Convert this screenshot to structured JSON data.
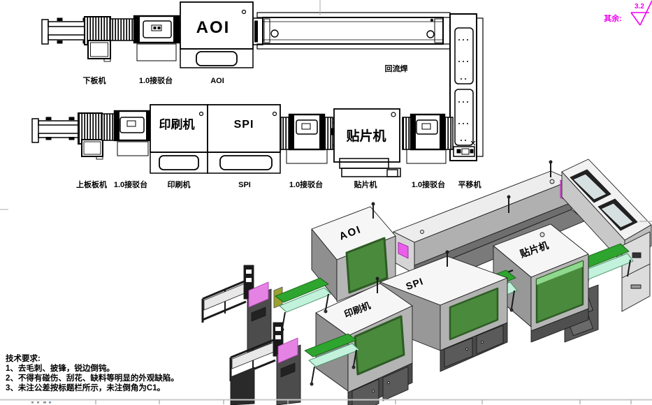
{
  "surface_finish": {
    "others_label": "其余:",
    "roughness_value": "3.2"
  },
  "drawing_2d": {
    "top_row": {
      "unloader_label": "下板机",
      "conveyor1_label": "1.0接驳台",
      "aoi_machine_text": "AOI",
      "aoi_label": "AOI",
      "reflow_label": "回流焊"
    },
    "middle_row": {
      "loader_label": "上板板机",
      "conveyor2_label": "1.0接驳台",
      "printer_machine_text": "印刷机",
      "printer_label": "印刷机",
      "spi_machine_text": "SPI",
      "spi_label": "SPI",
      "conveyor3_label": "1.0接驳台",
      "mounter_machine_text": "贴片机",
      "mounter_label": "贴片机",
      "conveyor4_label": "1.0接驳台",
      "shuttle_label": "平移机"
    }
  },
  "view_3d": {
    "aoi_label": "AOI",
    "printer_label": "印刷机",
    "spi_label": "SPI",
    "mounter_label": "贴片机"
  },
  "tech_requirements": {
    "title": "技术要求:",
    "items": [
      "1、去毛刺、披锋，锐边倒钝。",
      "2、不得有碰伤、刮花、缺料等明显的外观缺陷。",
      "3、未注公差按标题栏所示，未注倒角为C1。"
    ]
  },
  "colors": {
    "annotation_magenta": "#f000f0",
    "machine_window_green": "#4a8a3c",
    "conveyor_green": "#2ea52e",
    "conveyor_deck_mint": "#c2f1dc",
    "loader_pink": "#e583e5",
    "machine_body_gray": "#b6b6b6",
    "machine_top_white": "#f6f6f6",
    "cabinet_dark": "#4f4f4f",
    "line_black": "#000000"
  }
}
